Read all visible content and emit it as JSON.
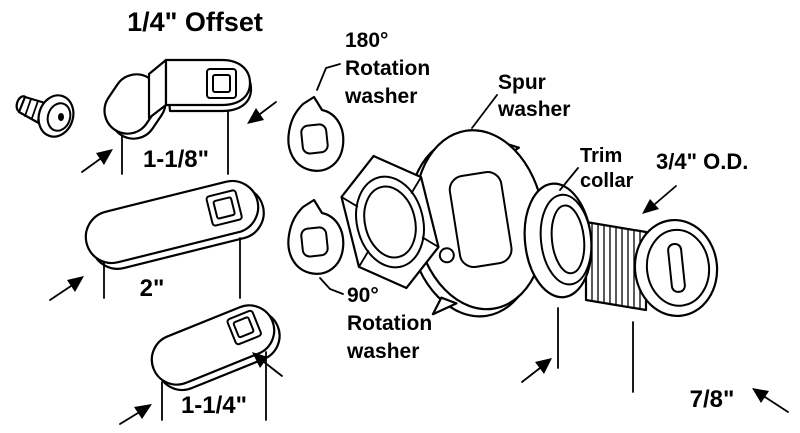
{
  "diagram": {
    "background_color": "#ffffff",
    "line_color": "#000000",
    "labels": {
      "offset_title": "1/4\" Offset",
      "dim_offset_cam": "1-1/8\"",
      "washer180_line1": "180°",
      "washer180_line2": "Rotation",
      "washer180_line3": "washer",
      "spur_line1": "Spur",
      "spur_line2": "washer",
      "trim_line1": "Trim",
      "trim_line2": "collar",
      "outer_diameter": "3/4\" O.D.",
      "dim_straight_cam": "2\"",
      "washer90_line1": "90°",
      "washer90_line2": "Rotation",
      "washer90_line3": "washer",
      "dim_small_cam": "1-1/4\"",
      "dim_cylinder_depth": "7/8\""
    },
    "parts": [
      "mounting-screw",
      "offset-cam",
      "cam-2-inch",
      "cam-1-1-4-inch",
      "rotation-washer-180",
      "rotation-washer-90",
      "hex-nut",
      "spur-washer",
      "trim-collar",
      "lock-cylinder"
    ]
  }
}
